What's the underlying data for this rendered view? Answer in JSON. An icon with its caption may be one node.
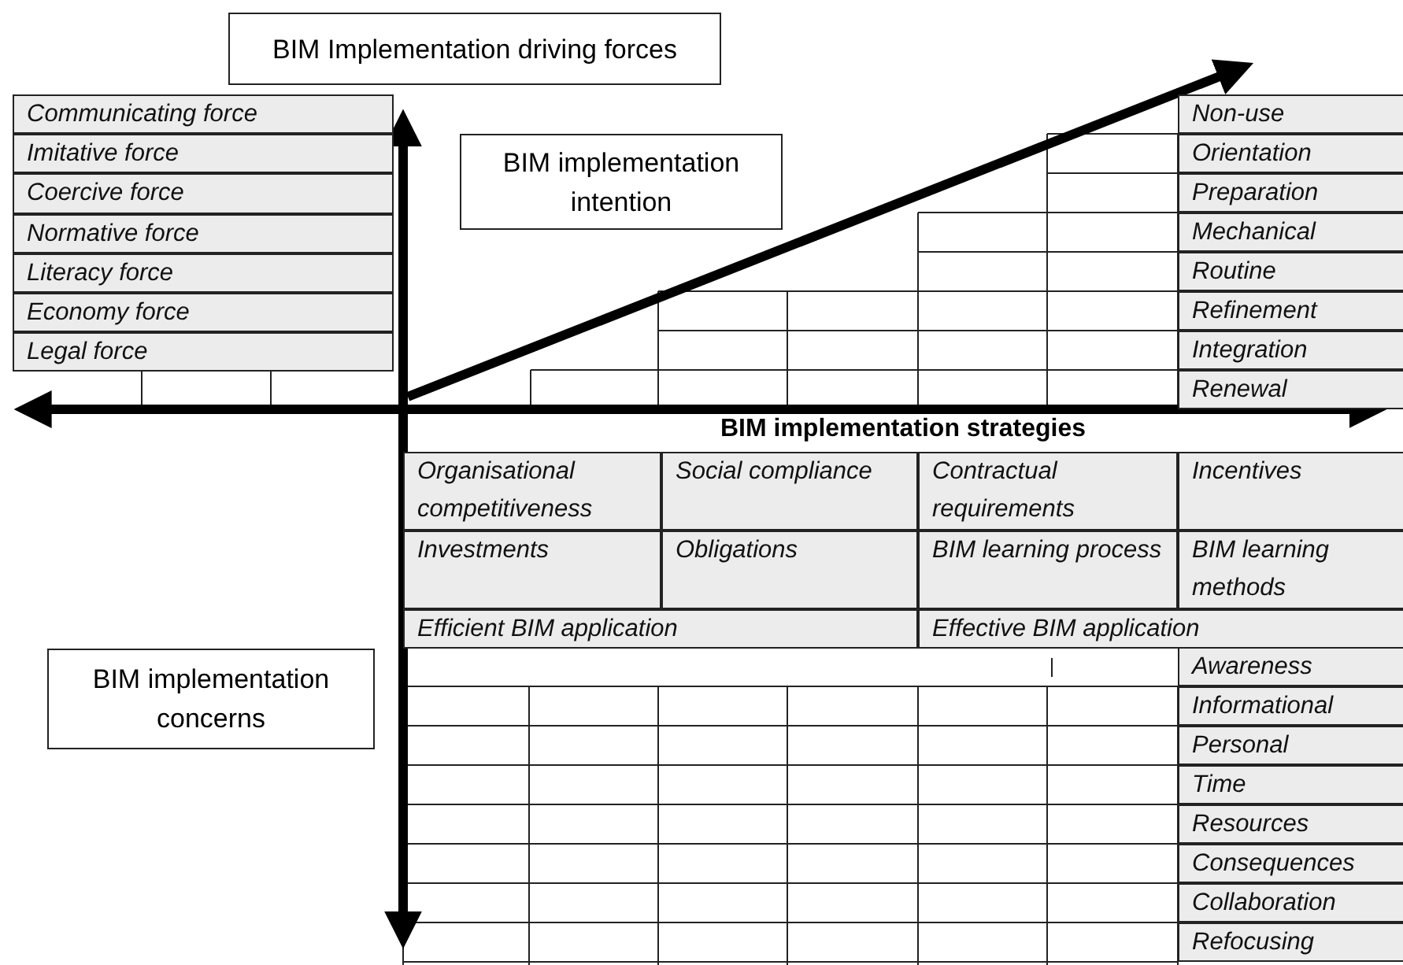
{
  "diagram": {
    "nodes": [
      {
        "text": [
          "BIM Implementation driving forces"
        ]
      },
      {
        "text": [
          "BIM implementation intention"
        ]
      },
      {
        "text": [
          "BIM implementation concerns"
        ]
      }
    ],
    "labels": [
      "Communicating force",
      "Imitative force",
      "Coercive force",
      "Normative force",
      "Literacy force",
      "Economy force",
      "Legal force",
      "Non-use",
      "Orientation",
      "Preparation",
      "Mechanical",
      "Routine",
      "Refinement",
      "Integration",
      "Renewal",
      "BIM implementation strategies",
      "Organisational competitiveness",
      "Social compliance",
      "Contractual requirements",
      "Incentives",
      "Investments",
      "Obligations",
      "BIM learning process",
      "BIM learning methods",
      "Efficient BIM application",
      "Effective BIM application",
      "Awareness",
      "Informational",
      "Personal",
      "Time",
      "Resources",
      "Consequences",
      "Collaboration",
      "Refocusing"
    ]
  }
}
